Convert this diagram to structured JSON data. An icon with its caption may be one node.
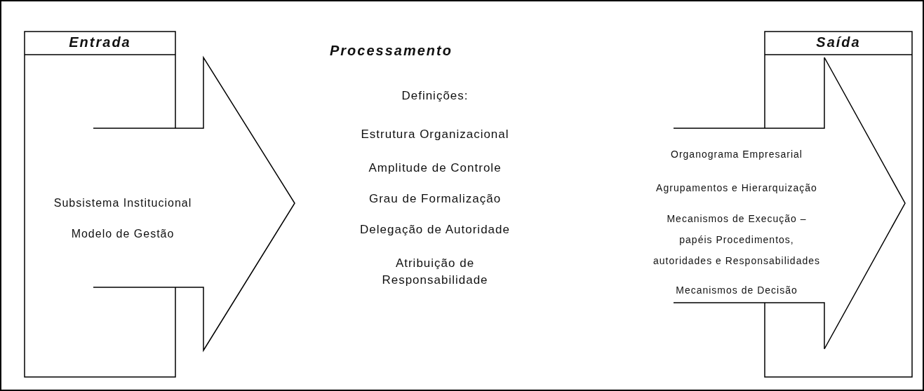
{
  "diagram": {
    "nodes": [
      {
        "text": [
          "Entrada",
          "Subsistema Institucional",
          "Modelo de Gestão"
        ]
      },
      {
        "text": [
          "Saída",
          "Organograma Empresarial",
          "Agrupamentos e Hierarquização",
          "Mecanismos de Execução – papéis Procedimentos, autoridades e Responsabilidades",
          "Mecanismos de Decisão"
        ]
      }
    ],
    "edges": [],
    "labels": [
      "Processamento",
      "Definições:",
      "Estrutura Organizacional",
      "Amplitude de Controle",
      "Grau de Formalização",
      "Delegação de Autoridade",
      "Atribuição de Responsabilidade"
    ]
  }
}
